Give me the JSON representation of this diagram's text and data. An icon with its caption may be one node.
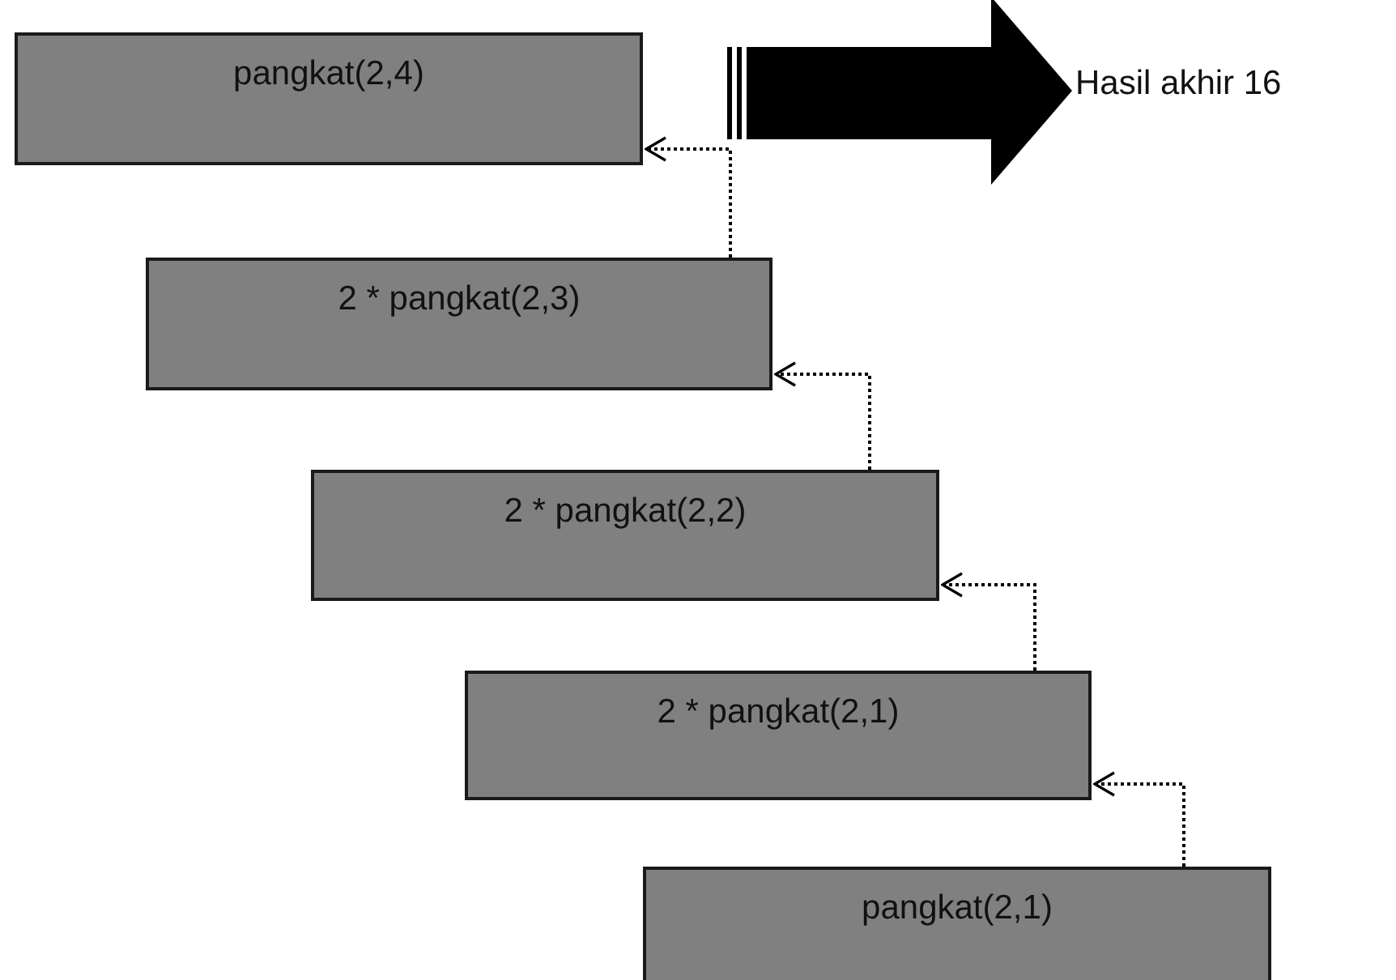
{
  "diagram": {
    "nodes": [
      {
        "text": [
          "pangkat(2,4)"
        ]
      },
      {
        "text": [
          "2 * pangkat(2,3)"
        ]
      },
      {
        "text": [
          "2 * pangkat(2,2)"
        ]
      },
      {
        "text": [
          "2 * pangkat(2,1)"
        ]
      },
      {
        "text": [
          "pangkat(2,1)"
        ]
      },
      {
        "text": [
          "Hasil akhir 16"
        ]
      }
    ],
    "edges": [
      {
        "from": 1,
        "to": 0,
        "arrow": "to",
        "style": "dashed"
      },
      {
        "from": 2,
        "to": 1,
        "arrow": "to",
        "style": "dashed"
      },
      {
        "from": 3,
        "to": 2,
        "arrow": "to",
        "style": "dashed"
      },
      {
        "from": 4,
        "to": 3,
        "arrow": "to",
        "style": "dashed"
      },
      {
        "from": null,
        "to": 5,
        "arrow": "to",
        "style": "thick"
      }
    ]
  }
}
